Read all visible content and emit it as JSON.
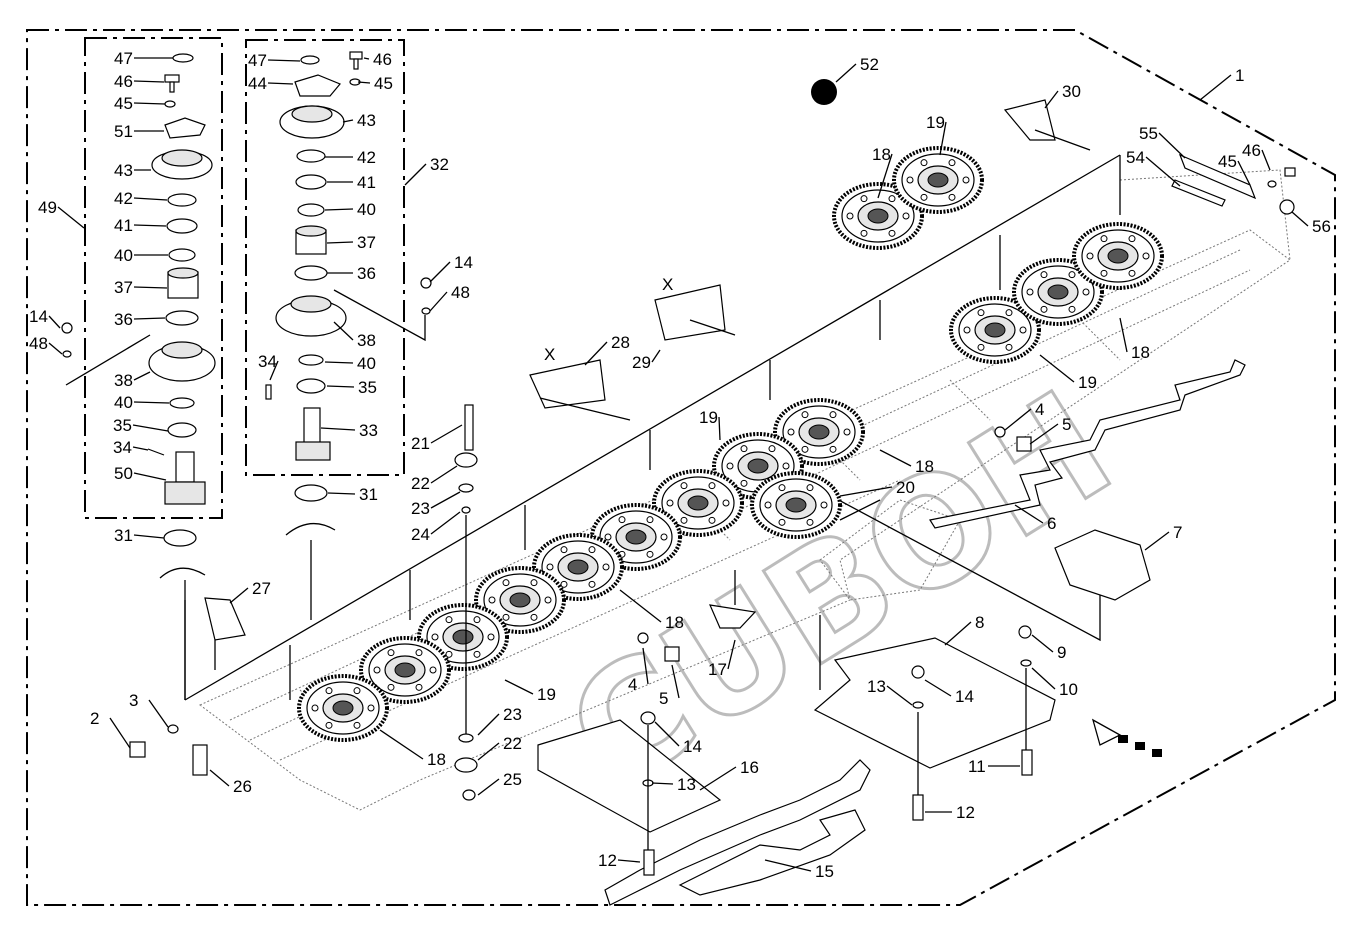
{
  "diagram": {
    "corner_logo_text": "",
    "parts": [
      {
        "id": "p1",
        "text": "1"
      },
      {
        "id": "p2",
        "text": "2"
      },
      {
        "id": "p3",
        "text": "3"
      },
      {
        "id": "p4a",
        "text": "4"
      },
      {
        "id": "p4b",
        "text": "4"
      },
      {
        "id": "p5a",
        "text": "5"
      },
      {
        "id": "p5b",
        "text": "5"
      },
      {
        "id": "p6",
        "text": "6"
      },
      {
        "id": "p7",
        "text": "7"
      },
      {
        "id": "p8",
        "text": "8"
      },
      {
        "id": "p9",
        "text": "9"
      },
      {
        "id": "p10",
        "text": "10"
      },
      {
        "id": "p11",
        "text": "11"
      },
      {
        "id": "p12a",
        "text": "12"
      },
      {
        "id": "p12b",
        "text": "12"
      },
      {
        "id": "p13a",
        "text": "13"
      },
      {
        "id": "p13b",
        "text": "13"
      },
      {
        "id": "p14a",
        "text": "14"
      },
      {
        "id": "p14b",
        "text": "14"
      },
      {
        "id": "p14c",
        "text": "14"
      },
      {
        "id": "p14d",
        "text": "14"
      },
      {
        "id": "p15",
        "text": "15"
      },
      {
        "id": "p16",
        "text": "16"
      },
      {
        "id": "p17",
        "text": "17"
      },
      {
        "id": "p18a",
        "text": "18"
      },
      {
        "id": "p18b",
        "text": "18"
      },
      {
        "id": "p18c",
        "text": "18"
      },
      {
        "id": "p18d",
        "text": "18"
      },
      {
        "id": "p18e",
        "text": "18"
      },
      {
        "id": "p19a",
        "text": "19"
      },
      {
        "id": "p19b",
        "text": "19"
      },
      {
        "id": "p19c",
        "text": "19"
      },
      {
        "id": "p19d",
        "text": "19"
      },
      {
        "id": "p20",
        "text": "20"
      },
      {
        "id": "p21",
        "text": "21"
      },
      {
        "id": "p22a",
        "text": "22"
      },
      {
        "id": "p22b",
        "text": "22"
      },
      {
        "id": "p23a",
        "text": "23"
      },
      {
        "id": "p23b",
        "text": "23"
      },
      {
        "id": "p24",
        "text": "24"
      },
      {
        "id": "p25",
        "text": "25"
      },
      {
        "id": "p26",
        "text": "26"
      },
      {
        "id": "p27",
        "text": "27"
      },
      {
        "id": "p28",
        "text": "28"
      },
      {
        "id": "p29",
        "text": "29"
      },
      {
        "id": "p30",
        "text": "30"
      },
      {
        "id": "p31a",
        "text": "31"
      },
      {
        "id": "p31b",
        "text": "31"
      },
      {
        "id": "p32",
        "text": "32"
      },
      {
        "id": "p33",
        "text": "33"
      },
      {
        "id": "p34a",
        "text": "34"
      },
      {
        "id": "p34b",
        "text": "34"
      },
      {
        "id": "p35a",
        "text": "35"
      },
      {
        "id": "p35b",
        "text": "35"
      },
      {
        "id": "p36a",
        "text": "36"
      },
      {
        "id": "p36b",
        "text": "36"
      },
      {
        "id": "p37a",
        "text": "37"
      },
      {
        "id": "p37b",
        "text": "37"
      },
      {
        "id": "p38a",
        "text": "38"
      },
      {
        "id": "p38b",
        "text": "38"
      },
      {
        "id": "p40a",
        "text": "40"
      },
      {
        "id": "p40b",
        "text": "40"
      },
      {
        "id": "p40c",
        "text": "40"
      },
      {
        "id": "p40d",
        "text": "40"
      },
      {
        "id": "p41a",
        "text": "41"
      },
      {
        "id": "p41b",
        "text": "41"
      },
      {
        "id": "p42a",
        "text": "42"
      },
      {
        "id": "p42b",
        "text": "42"
      },
      {
        "id": "p43a",
        "text": "43"
      },
      {
        "id": "p43b",
        "text": "43"
      },
      {
        "id": "p44",
        "text": "44"
      },
      {
        "id": "p45a",
        "text": "45"
      },
      {
        "id": "p45b",
        "text": "45"
      },
      {
        "id": "p45c",
        "text": "45"
      },
      {
        "id": "p46a",
        "text": "46"
      },
      {
        "id": "p46b",
        "text": "46"
      },
      {
        "id": "p46c",
        "text": "46"
      },
      {
        "id": "p47a",
        "text": "47"
      },
      {
        "id": "p47b",
        "text": "47"
      },
      {
        "id": "p48a",
        "text": "48"
      },
      {
        "id": "p48b",
        "text": "48"
      },
      {
        "id": "p49",
        "text": "49"
      },
      {
        "id": "p50",
        "text": "50"
      },
      {
        "id": "p51",
        "text": "51"
      },
      {
        "id": "p52",
        "text": "52"
      },
      {
        "id": "p54",
        "text": "54"
      },
      {
        "id": "p55",
        "text": "55"
      },
      {
        "id": "p56",
        "text": "56"
      }
    ],
    "view_marks": [
      "X",
      "X"
    ],
    "watermark": "CUBOH"
  }
}
